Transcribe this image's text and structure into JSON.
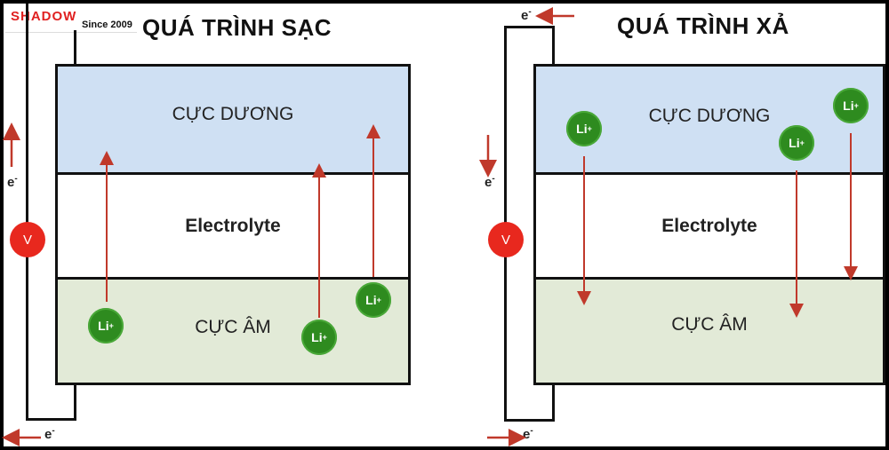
{
  "logo": {
    "wordmark": "SHADOW",
    "since": "Since 2009"
  },
  "colors": {
    "positive": "#cfe0f3",
    "negative": "#e2ead7",
    "li_ion": "#2e8b1f",
    "meter": "#e8281e",
    "arrow": "#c0392b"
  },
  "charge": {
    "title": "QUÁ TRÌNH SẠC",
    "positive_label": "CỰC DƯƠNG",
    "electrolyte_label": "Electrolyte",
    "negative_label": "CỰC ÂM",
    "meter_label": "V",
    "electron": "e",
    "electron_sup": "-",
    "ions": [
      {
        "label": "Li",
        "sup": "+"
      },
      {
        "label": "Li",
        "sup": "+"
      },
      {
        "label": "Li",
        "sup": "+"
      }
    ]
  },
  "discharge": {
    "title": "QUÁ TRÌNH XẢ",
    "positive_label": "CỰC DƯƠNG",
    "electrolyte_label": "Electrolyte",
    "negative_label": "CỰC ÂM",
    "meter_label": "V",
    "electron": "e",
    "electron_sup": "-",
    "ions": [
      {
        "label": "Li",
        "sup": "+"
      },
      {
        "label": "Li",
        "sup": "+"
      },
      {
        "label": "Li",
        "sup": "+"
      }
    ]
  }
}
